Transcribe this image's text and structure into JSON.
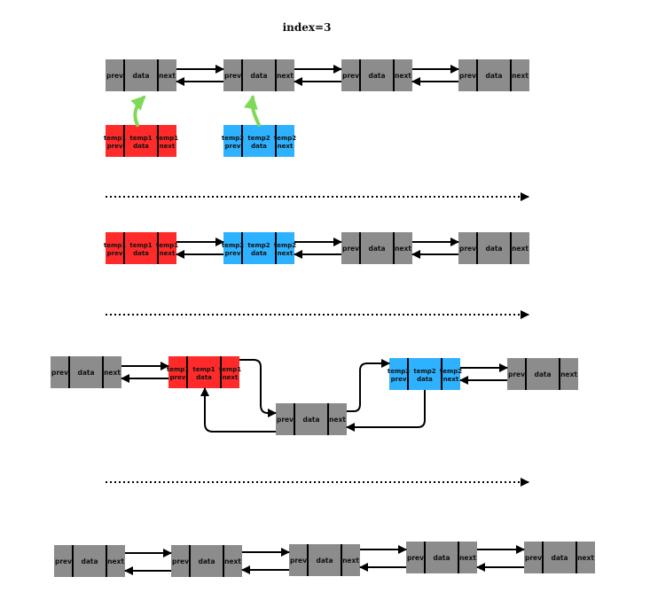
{
  "title": "index=3",
  "labels": {
    "prev": "prev",
    "data": "data",
    "next": "next",
    "temp1_prev": [
      "temp1",
      "prev"
    ],
    "temp1_data": [
      "temp1",
      "data"
    ],
    "temp1_next": [
      "temp1",
      "next"
    ],
    "temp2_prev": [
      "temp2",
      "prev"
    ],
    "temp2_data": [
      "temp2",
      "data"
    ],
    "temp2_next": [
      "temp2",
      "next"
    ]
  },
  "colors": {
    "node_gray": "#8c8c8c",
    "temp1_red": "#ff2b2b",
    "temp2_blue": "#2eb2ff",
    "pointer_green": "#7ed957"
  },
  "stages": [
    {
      "name": "stage-1",
      "nodes": [
        "plain",
        "plain",
        "plain",
        "plain"
      ],
      "pointers": [
        "temp1",
        "temp2"
      ]
    },
    {
      "name": "stage-2",
      "nodes": [
        "temp1",
        "temp2",
        "plain",
        "plain"
      ]
    },
    {
      "name": "stage-3",
      "nodes": [
        "plain",
        "temp1",
        "plain",
        "temp2",
        "plain"
      ]
    },
    {
      "name": "stage-4",
      "nodes": [
        "plain",
        "plain",
        "plain",
        "plain",
        "plain"
      ]
    }
  ]
}
